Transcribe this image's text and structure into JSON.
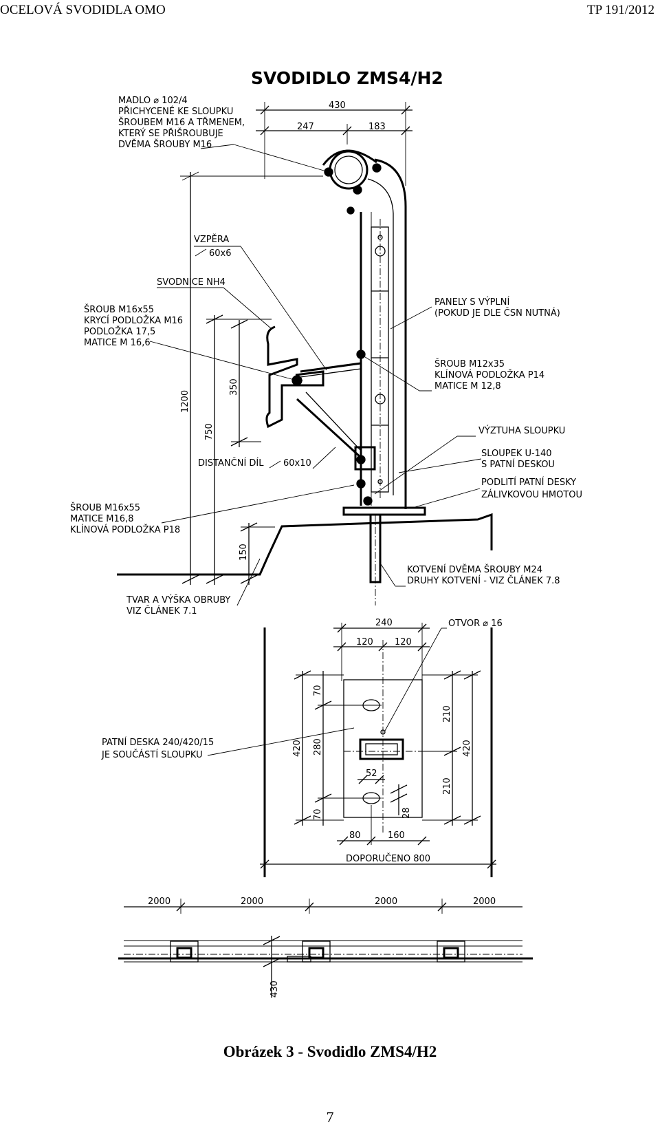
{
  "header": {
    "left": "OCELOVÁ SVODIDLA OMO",
    "right": "TP 191/2012"
  },
  "drawing": {
    "title": "SVODIDLO ZMS4/H2",
    "dims_top": {
      "total": "430",
      "left": "247",
      "right": "183"
    },
    "dims_side": {
      "d1200": "1200",
      "d750": "750",
      "d350": "350",
      "d150": "150"
    },
    "labels": {
      "madlo": [
        "MADLO ⌀ 102/4",
        "PŘICHYCENÉ KE SLOUPKU",
        "ŠROUBEM M16 A TŘMENEM,",
        "KTERÝ SE PŘIŠROUBUJE",
        "DVĚMA ŠROUBY M16"
      ],
      "vzpera": [
        "VZPĚRA",
        "60x6"
      ],
      "svodnice": "SVODNICE NH4",
      "sroub1": [
        "ŠROUB M16x55",
        "KRYCÍ PODLOŽKA M16",
        "PODLOŽKA 17,5",
        "MATICE M 16,6"
      ],
      "panely": [
        "PANELY S VÝPLNÍ",
        "(POKUD JE DLE ČSN NUTNÁ)"
      ],
      "sroub2": [
        "ŠROUB M12x35",
        "KLÍNOVÁ PODLOŽKA P14",
        "MATICE M 12,8"
      ],
      "vyztuha": "VÝZTUHA SLOUPKU",
      "sloupek": [
        "SLOUPEK U-140",
        "S PATNÍ DESKOU"
      ],
      "distancni": [
        "DISTANČNÍ DÍL",
        "60x10"
      ],
      "podliti": [
        "PODLITÍ PATNÍ DESKY",
        "ZÁLIVKOVOU HMOTOU"
      ],
      "sroub3": [
        "ŠROUB M16x55",
        "MATICE M16,8",
        "KLÍNOVÁ PODLOŽKA P18"
      ],
      "kotveni": [
        "KOTVENÍ DVĚMA ŠROUBY M24",
        "DRUHY KOTVENÍ - VIZ ČLÁNEK 7.8"
      ],
      "tvar": [
        "TVAR A VÝŠKA OBRUBY",
        "VIZ ČLÁNEK 7.1"
      ]
    },
    "plan": {
      "d240": "240",
      "d120a": "120",
      "d120b": "120",
      "otvor": "OTVOR ⌀ 16",
      "left_420": "420",
      "left_280": "280",
      "left_70a": "70",
      "left_70b": "70",
      "right_210a": "210",
      "right_210b": "210",
      "right_420": "420",
      "d52": "52",
      "d28": "28",
      "d80": "80",
      "d160": "160",
      "doporuceno": "DOPORUČENO 800",
      "patni": [
        "PATNÍ DESKA 240/420/15",
        "JE SOUČÁSTÍ SLOUPKU"
      ]
    },
    "spacing": {
      "s1": "2000",
      "s2": "2000",
      "s3": "2000",
      "s4": "2000",
      "width": "430"
    }
  },
  "caption": "Obrázek 3 - Svodidlo ZMS4/H2",
  "page_number": "7"
}
